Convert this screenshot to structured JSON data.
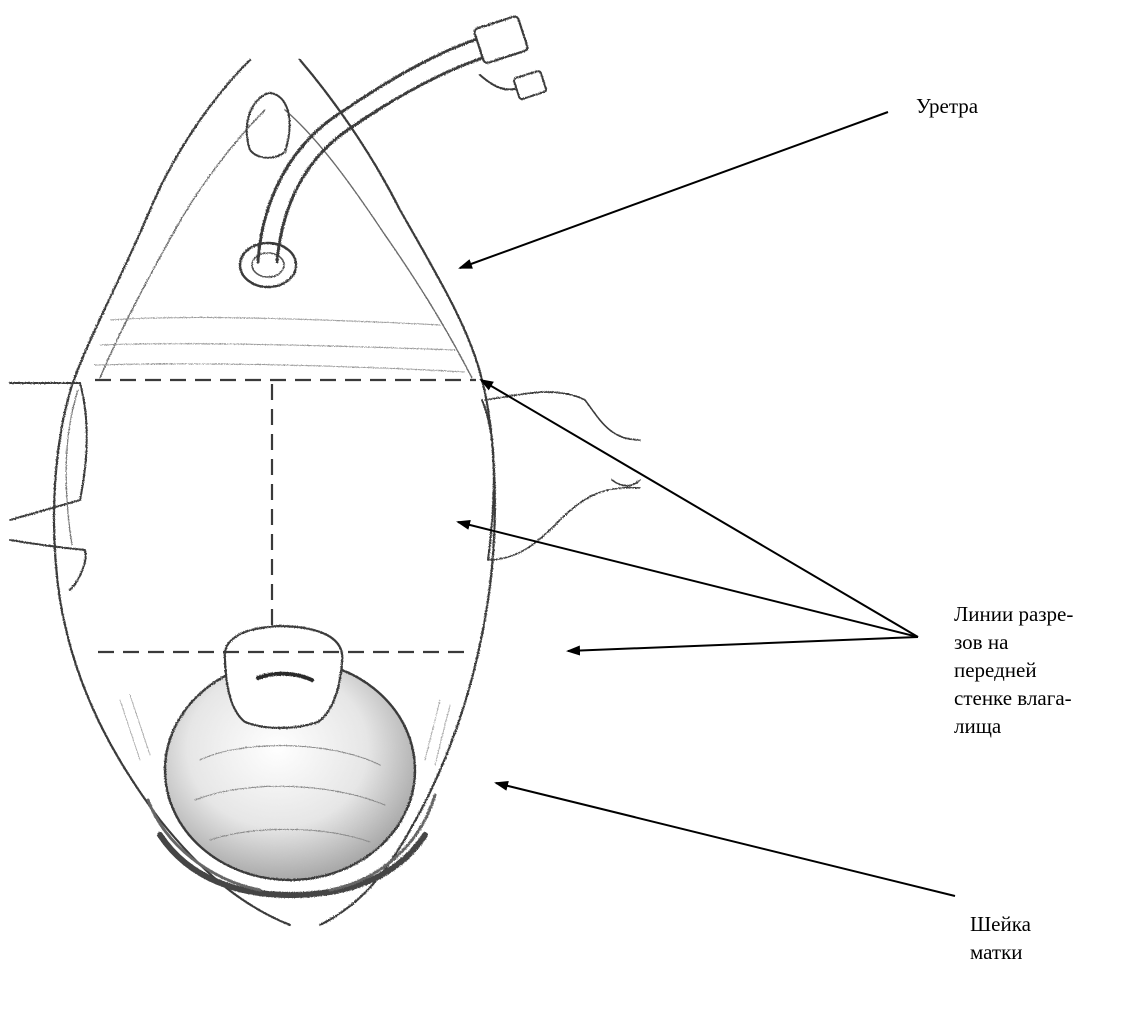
{
  "labels": {
    "urethra": "Уретра",
    "incisions": [
      "Линии разре-",
      "зов на",
      "передней",
      "стенке влага-",
      "лища"
    ],
    "cervix": [
      "Шейка",
      "матки"
    ]
  },
  "colors": {
    "paper": "#ffffff",
    "pencil": "#3a3a3a",
    "pencil_light": "#9a9a9a",
    "shade": "#555555",
    "arrow": "#000000"
  },
  "icons": [
    "foley-catheter-icon",
    "arrow-icon"
  ]
}
